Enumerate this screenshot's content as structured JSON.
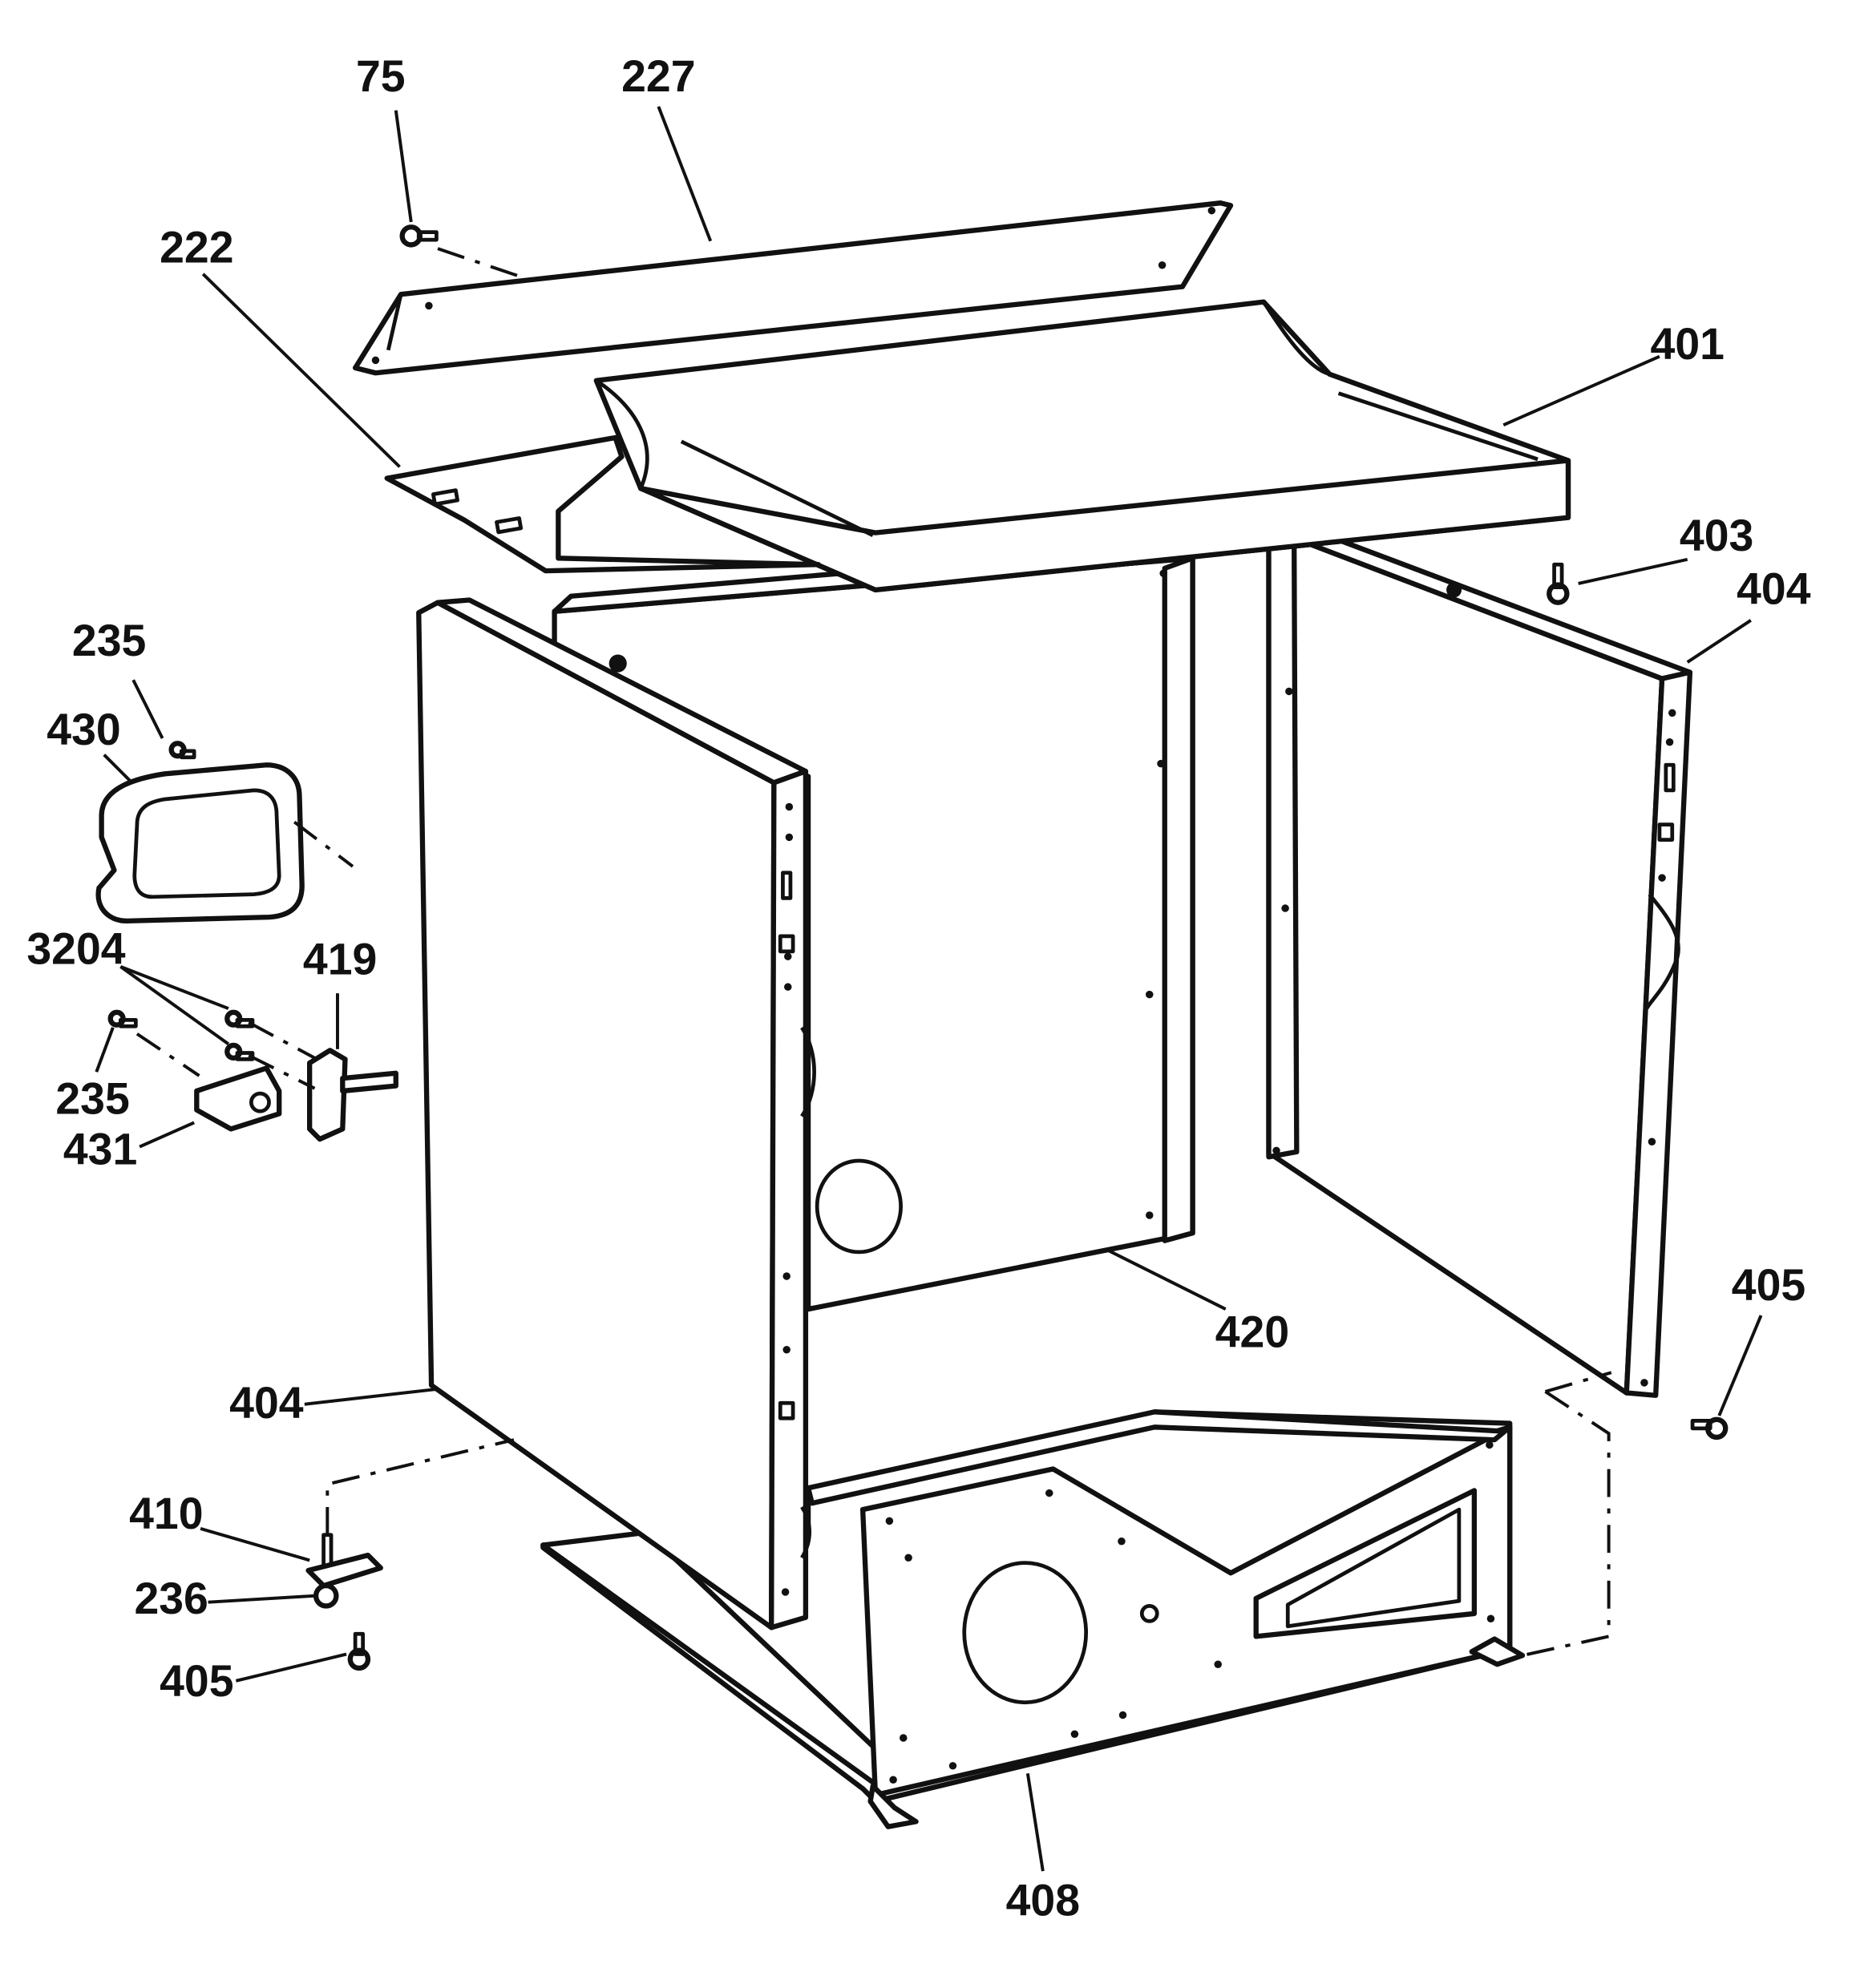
{
  "colors": {
    "ink": "#111111",
    "paper": "#ffffff"
  },
  "callouts": {
    "c75": "75",
    "c227": "227",
    "c222": "222",
    "c401": "401",
    "c403": "403",
    "c404_right": "404",
    "c235_top": "235",
    "c430": "430",
    "c3204": "3204",
    "c419": "419",
    "c235_bottom": "235",
    "c431": "431",
    "c420": "420",
    "c405_right": "405",
    "c404_left": "404",
    "c410": "410",
    "c236": "236",
    "c405_left": "405",
    "c408": "408"
  }
}
